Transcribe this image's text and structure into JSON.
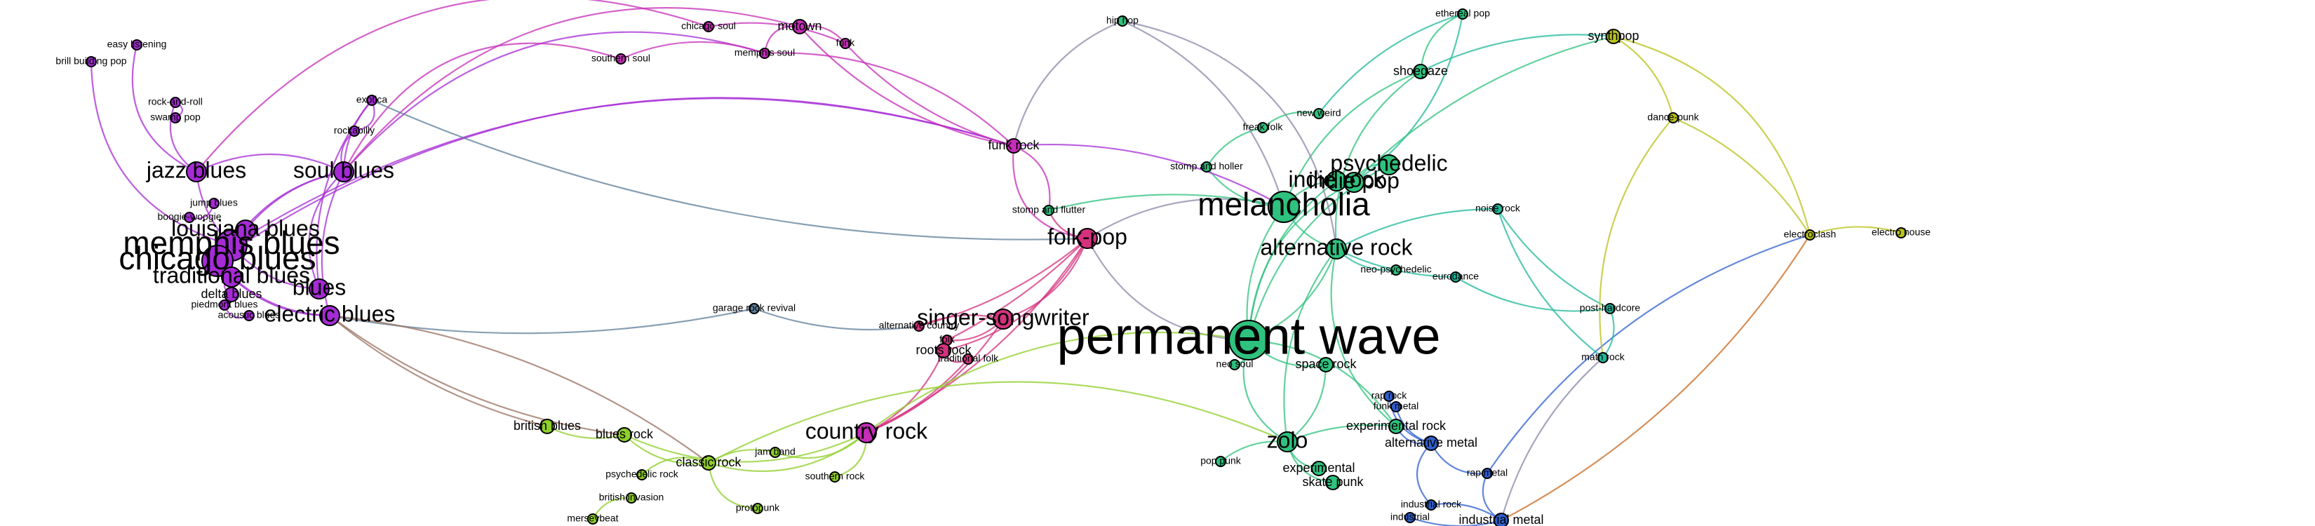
{
  "graph": {
    "colors": {
      "purple": "#a52bd6",
      "magenta": "#c62db8",
      "pink": "#d4327e",
      "green": "#2ec27e",
      "teal": "#1fb89a",
      "lime": "#8fcf2a",
      "olive": "#b8c21a",
      "blue": "#2f5fd0",
      "slate": "#5f7f9a",
      "brown": "#9a7060",
      "grey": "#8888a8",
      "orange": "#c86a20"
    },
    "nodes": [
      {
        "id": "permanent-wave",
        "label": "permanent wave",
        "color": "#2ec27e",
        "size": "xl"
      },
      {
        "id": "melancholia",
        "label": "melancholia",
        "color": "#2ec27e",
        "size": "l"
      },
      {
        "id": "alternative-rock",
        "label": "alternative rock",
        "color": "#2ec27e",
        "size": "m"
      },
      {
        "id": "folk-pop",
        "label": "folk-pop",
        "color": "#d4327e",
        "size": "m"
      },
      {
        "id": "country-rock",
        "label": "country rock",
        "color": "#c62db8",
        "size": "m"
      },
      {
        "id": "singer-songwriter",
        "label": "singer-songwriter",
        "color": "#d4327e",
        "size": "m"
      },
      {
        "id": "memphis-blues",
        "label": "memphis blues",
        "color": "#a52bd6",
        "size": "l"
      },
      {
        "id": "louisiana-blues",
        "label": "louisiana blues",
        "color": "#a52bd6",
        "size": "m"
      },
      {
        "id": "chicago-blues",
        "label": "chicago blues",
        "color": "#a52bd6",
        "size": "l"
      },
      {
        "id": "traditional-blues",
        "label": "traditional blues",
        "color": "#a52bd6",
        "size": "m"
      },
      {
        "id": "blues",
        "label": "blues",
        "color": "#a52bd6",
        "size": "m"
      },
      {
        "id": "electric-blues",
        "label": "electric blues",
        "color": "#a52bd6",
        "size": "m"
      },
      {
        "id": "soul-blues",
        "label": "soul blues",
        "color": "#a52bd6",
        "size": "m"
      },
      {
        "id": "jazz-blues",
        "label": "jazz blues",
        "color": "#a52bd6",
        "size": "m"
      },
      {
        "id": "funk-rock",
        "label": "funk rock",
        "color": "#c62db8",
        "size": "s"
      },
      {
        "id": "synthpop",
        "label": "synthpop",
        "color": "#b8c21a",
        "size": "s"
      },
      {
        "id": "shoegaze",
        "label": "shoegaze",
        "color": "#2ec27e",
        "size": "s"
      },
      {
        "id": "indie-pop",
        "label": "indie pop",
        "color": "#2ec27e",
        "size": "m"
      },
      {
        "id": "indie-rock",
        "label": "indie rock",
        "color": "#2ec27e",
        "size": "m"
      },
      {
        "id": "psychedelic",
        "label": "psychedelic",
        "color": "#2ec27e",
        "size": "m"
      },
      {
        "id": "space-rock",
        "label": "space rock",
        "color": "#2ec27e",
        "size": "s"
      },
      {
        "id": "zolo",
        "label": "zolo",
        "color": "#2ec27e",
        "size": "m"
      },
      {
        "id": "experimental-rock",
        "label": "experimental rock",
        "color": "#2ec27e",
        "size": "s"
      },
      {
        "id": "alternative-metal",
        "label": "alternative metal",
        "color": "#2f5fd0",
        "size": "s"
      },
      {
        "id": "rap-metal",
        "label": "rap metal",
        "color": "#2f5fd0",
        "size": "xs"
      },
      {
        "id": "funk-metal",
        "label": "funk metal",
        "color": "#2f5fd0",
        "size": "xs"
      },
      {
        "id": "rap-rock",
        "label": "rap rock",
        "color": "#2f5fd0",
        "size": "xs"
      },
      {
        "id": "industrial-rock",
        "label": "industrial rock",
        "color": "#2f5fd0",
        "size": "xs"
      },
      {
        "id": "industrial-metal",
        "label": "industrial metal",
        "color": "#2f5fd0",
        "size": "s"
      },
      {
        "id": "industrial",
        "label": "industrial",
        "color": "#2f5fd0",
        "size": "xs"
      },
      {
        "id": "experimental",
        "label": "experimental",
        "color": "#2ec27e",
        "size": "s"
      },
      {
        "id": "skate-punk",
        "label": "skate punk",
        "color": "#2ec27e",
        "size": "s"
      },
      {
        "id": "pop-punk",
        "label": "pop punk",
        "color": "#2ec27e",
        "size": "xs"
      },
      {
        "id": "noise-rock",
        "label": "noise rock",
        "color": "#1fb89a",
        "size": "xs"
      },
      {
        "id": "post-hardcore",
        "label": "post-hardcore",
        "color": "#1fb89a",
        "size": "xs"
      },
      {
        "id": "math-rock",
        "label": "math rock",
        "color": "#1fb89a",
        "size": "xs"
      },
      {
        "id": "dance-punk",
        "label": "dance-punk",
        "color": "#b8c21a",
        "size": "xs"
      },
      {
        "id": "electroclash",
        "label": "electroclash",
        "color": "#b8c21a",
        "size": "xs"
      },
      {
        "id": "electro-house",
        "label": "electro house",
        "color": "#b8c21a",
        "size": "xs"
      },
      {
        "id": "ethereal-pop",
        "label": "ethereal pop",
        "color": "#2ec27e",
        "size": "xs"
      },
      {
        "id": "freak-folk",
        "label": "freak folk",
        "color": "#2ec27e",
        "size": "xs"
      },
      {
        "id": "new-weird",
        "label": "new weird",
        "color": "#2ec27e",
        "size": "xs"
      },
      {
        "id": "stomp-and-holler",
        "label": "stomp and holler",
        "color": "#2ec27e",
        "size": "xs"
      },
      {
        "id": "stomp-and-flutter",
        "label": "stomp and flutter",
        "color": "#2ec27e",
        "size": "xs"
      },
      {
        "id": "folk",
        "label": "folk",
        "color": "#d4327e",
        "size": "xs"
      },
      {
        "id": "roots-rock",
        "label": "roots rock",
        "color": "#d4327e",
        "size": "s"
      },
      {
        "id": "traditional-folk",
        "label": "traditional folk",
        "color": "#d4327e",
        "size": "xs"
      },
      {
        "id": "alternative-country",
        "label": "alternative country",
        "color": "#d4327e",
        "size": "xs"
      },
      {
        "id": "garage-rock-revival",
        "label": "garage rock revival",
        "color": "#5f7f9a",
        "size": "xs"
      },
      {
        "id": "british-blues",
        "label": "british blues",
        "color": "#8fcf2a",
        "size": "s"
      },
      {
        "id": "blues-rock",
        "label": "blues rock",
        "color": "#8fcf2a",
        "size": "s"
      },
      {
        "id": "classic-rock",
        "label": "classic rock",
        "color": "#8fcf2a",
        "size": "s"
      },
      {
        "id": "jam-band",
        "label": "jam band",
        "color": "#8fcf2a",
        "size": "xs"
      },
      {
        "id": "southern-rock",
        "label": "southern rock",
        "color": "#8fcf2a",
        "size": "xs"
      },
      {
        "id": "psychedelic-rock",
        "label": "psychedelic rock",
        "color": "#8fcf2a",
        "size": "xs"
      },
      {
        "id": "british-invasion",
        "label": "british invasion",
        "color": "#8fcf2a",
        "size": "xs"
      },
      {
        "id": "merseybeat",
        "label": "merseybeat",
        "color": "#8fcf2a",
        "size": "xs"
      },
      {
        "id": "protopunk",
        "label": "protopunk",
        "color": "#8fcf2a",
        "size": "xs"
      },
      {
        "id": "southern-soul",
        "label": "southern soul",
        "color": "#c62db8",
        "size": "xs"
      },
      {
        "id": "memphis-soul",
        "label": "memphis soul",
        "color": "#c62db8",
        "size": "xs"
      },
      {
        "id": "motown",
        "label": "motown",
        "color": "#c62db8",
        "size": "s"
      },
      {
        "id": "funk",
        "label": "funk",
        "color": "#c62db8",
        "size": "xs"
      },
      {
        "id": "chicago-soul",
        "label": "chicago soul",
        "color": "#c62db8",
        "size": "xs"
      },
      {
        "id": "brill-building-pop",
        "label": "brill building pop",
        "color": "#a52bd6",
        "size": "xs"
      },
      {
        "id": "easy-listening",
        "label": "easy listening",
        "color": "#a52bd6",
        "size": "xs"
      },
      {
        "id": "rock-and-roll",
        "label": "rock-and-roll",
        "color": "#a52bd6",
        "size": "xs"
      },
      {
        "id": "swamp-pop",
        "label": "swamp pop",
        "color": "#a52bd6",
        "size": "xs"
      },
      {
        "id": "exotica",
        "label": "exotica",
        "color": "#a52bd6",
        "size": "xs"
      },
      {
        "id": "rockabilly",
        "label": "rockabilly",
        "color": "#a52bd6",
        "size": "xs"
      },
      {
        "id": "boogie-woogie",
        "label": "boogie-woogie",
        "color": "#a52bd6",
        "size": "xs"
      },
      {
        "id": "jump-blues",
        "label": "jump blues",
        "color": "#a52bd6",
        "size": "xs"
      },
      {
        "id": "piedmont-blues",
        "label": "piedmont blues",
        "color": "#a52bd6",
        "size": "xs"
      },
      {
        "id": "acoustic-blues",
        "label": "acoustic blues",
        "color": "#a52bd6",
        "size": "xs"
      },
      {
        "id": "delta-blues",
        "label": "delta blues",
        "color": "#a52bd6",
        "size": "s"
      },
      {
        "id": "hip-hop",
        "label": "hip hop",
        "color": "#2ec27e",
        "size": "xs"
      },
      {
        "id": "eurodance",
        "label": "eurodance",
        "color": "#1fb89a",
        "size": "xs"
      },
      {
        "id": "neo-psychedelic",
        "label": "neo-psychedelic",
        "color": "#2ec27e",
        "size": "xs"
      },
      {
        "id": "neo-soul",
        "label": "neo soul",
        "color": "#2ec27e",
        "size": "xs"
      }
    ],
    "edges": []
  }
}
